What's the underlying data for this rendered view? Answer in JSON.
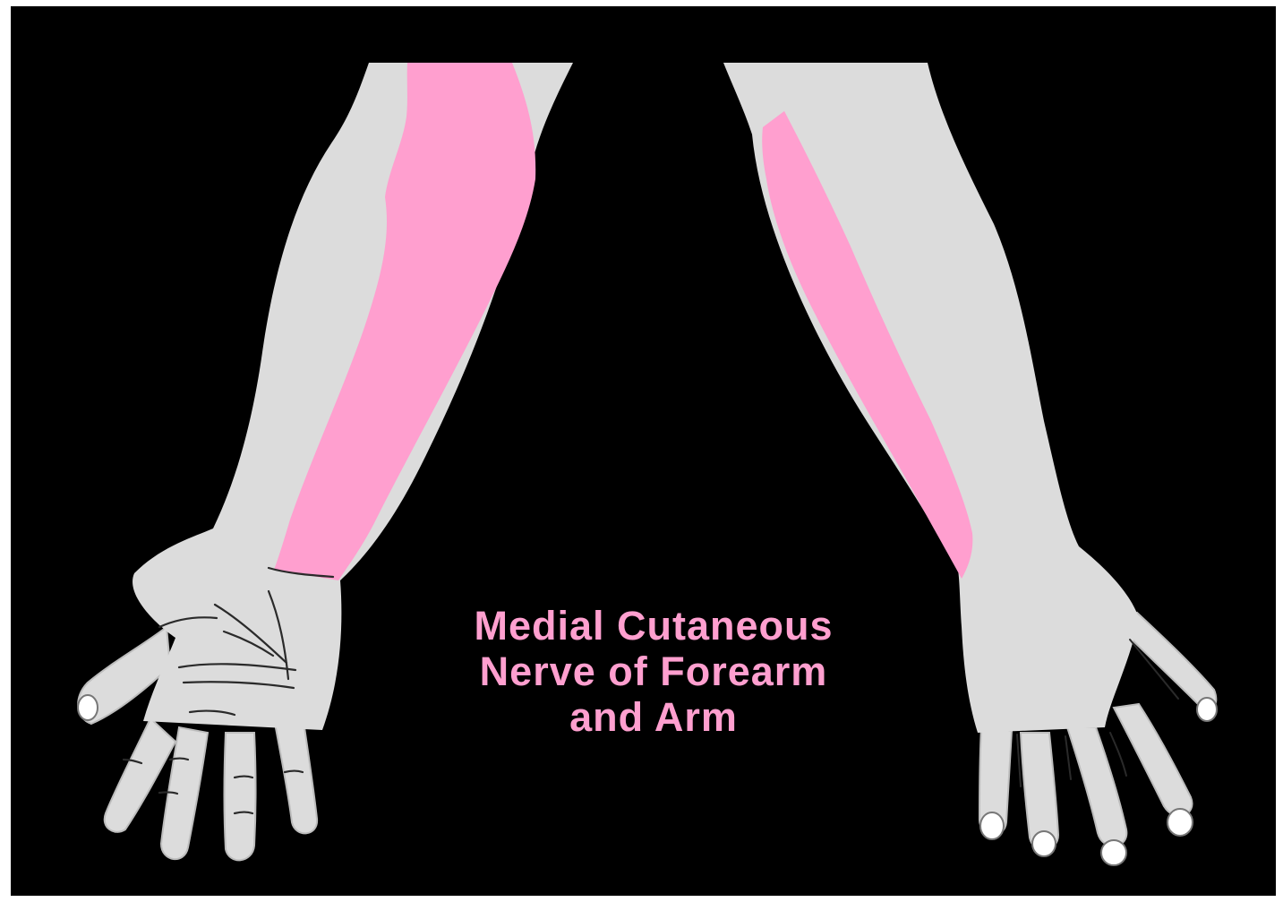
{
  "caption": {
    "lines": [
      "Medial Cutaneous",
      "Nerve of Forearm",
      "and Arm"
    ]
  },
  "colors": {
    "background": "#000000",
    "skin": "#dcdcdc",
    "nerve_area": "#ff9fcf",
    "caption_text": "#ff9fcf",
    "crease_lines": "#2a2a2a"
  },
  "figures": {
    "left_limb": "anterior view of arm and hand, palm facing viewer",
    "right_limb": "posterior view of arm and hand, back of hand facing viewer"
  }
}
